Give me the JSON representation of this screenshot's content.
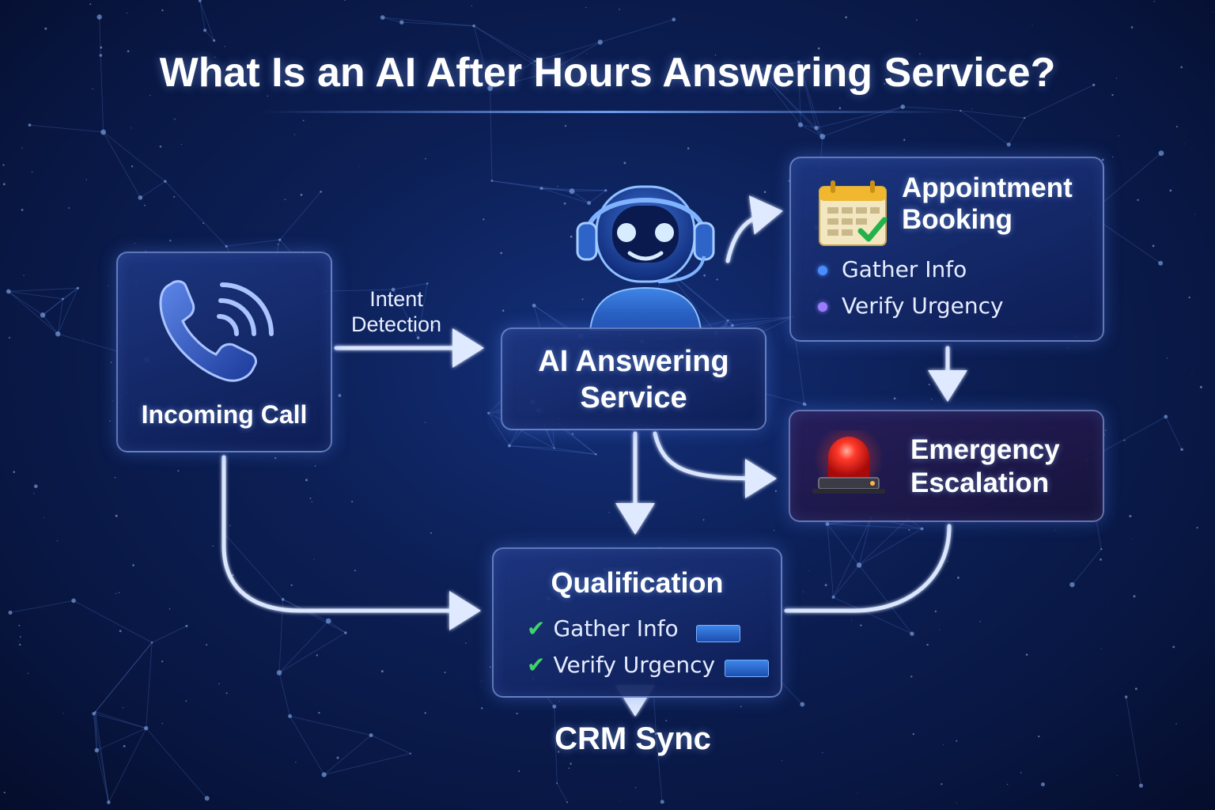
{
  "title": "What Is an AI After Hours Answering Service?",
  "nodes": {
    "incoming_call": {
      "label": "Incoming Call",
      "icon": "phone-icon"
    },
    "ai_service": {
      "label": "AI Answering\nService",
      "icon": "robot-headset-icon"
    },
    "appointment": {
      "label": "Appointment\nBooking",
      "icon": "calendar-check-icon",
      "items": [
        {
          "text": "Gather Info",
          "dot_color": "#4b8cff"
        },
        {
          "text": "Verify Urgency",
          "dot_color": "#9a7cff"
        }
      ]
    },
    "emergency": {
      "label": "Emergency\nEscalation",
      "icon": "siren-icon"
    },
    "qualification": {
      "label": "Qualification",
      "items": [
        {
          "text": "Gather Info"
        },
        {
          "text": "Verify Urgency"
        }
      ]
    }
  },
  "edges": {
    "intent_label": "Intent\nDetection",
    "crm_label": "CRM Sync"
  },
  "colors": {
    "accent": "#8fb6ff",
    "check": "#3fd26a",
    "siren": "#ff2a2a"
  }
}
